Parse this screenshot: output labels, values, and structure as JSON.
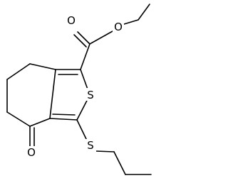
{
  "structure": {
    "atoms": {
      "carbonyl_oxygen_ester": "O",
      "ether_oxygen_ester": "O",
      "thiophene_sulfur": "S",
      "thioether_sulfur": "S",
      "ketone_oxygen": "O"
    }
  },
  "colors": {
    "bond": "#000000",
    "label": "#000000",
    "background": "#ffffff"
  }
}
